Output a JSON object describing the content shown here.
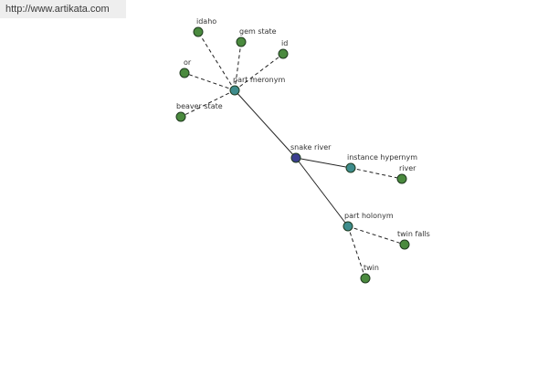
{
  "banner": {
    "url": "http://www.artikata.com"
  },
  "colors": {
    "center_node": "#3b3f8f",
    "relation_node": "#3e8c8c",
    "leaf_node": "#4a8a3e"
  },
  "graph": {
    "nodes": [
      {
        "id": "snake-river",
        "label": "snake river",
        "kind": "center"
      },
      {
        "id": "part-meronym",
        "label": "part meronym",
        "kind": "relation"
      },
      {
        "id": "instance-hypernym",
        "label": "instance hypernym",
        "kind": "relation"
      },
      {
        "id": "part-holonym",
        "label": "part holonym",
        "kind": "relation"
      },
      {
        "id": "idaho",
        "label": "idaho",
        "kind": "leaf"
      },
      {
        "id": "gem-state",
        "label": "gem state",
        "kind": "leaf"
      },
      {
        "id": "id",
        "label": "id",
        "kind": "leaf"
      },
      {
        "id": "or",
        "label": "or",
        "kind": "leaf"
      },
      {
        "id": "beaver-state",
        "label": "beaver state",
        "kind": "leaf"
      },
      {
        "id": "river",
        "label": "river",
        "kind": "leaf"
      },
      {
        "id": "twin-falls",
        "label": "twin falls",
        "kind": "leaf"
      },
      {
        "id": "twin",
        "label": "twin",
        "kind": "leaf"
      }
    ],
    "edges": [
      {
        "from": "snake-river",
        "to": "part-meronym",
        "style": "solid"
      },
      {
        "from": "snake-river",
        "to": "instance-hypernym",
        "style": "solid"
      },
      {
        "from": "snake-river",
        "to": "part-holonym",
        "style": "solid"
      },
      {
        "from": "part-meronym",
        "to": "idaho",
        "style": "dashed"
      },
      {
        "from": "part-meronym",
        "to": "gem-state",
        "style": "dashed"
      },
      {
        "from": "part-meronym",
        "to": "id",
        "style": "dashed"
      },
      {
        "from": "part-meronym",
        "to": "or",
        "style": "dashed"
      },
      {
        "from": "part-meronym",
        "to": "beaver-state",
        "style": "dashed"
      },
      {
        "from": "instance-hypernym",
        "to": "river",
        "style": "dashed"
      },
      {
        "from": "part-holonym",
        "to": "twin-falls",
        "style": "dashed"
      },
      {
        "from": "part-holonym",
        "to": "twin",
        "style": "dashed"
      }
    ]
  }
}
